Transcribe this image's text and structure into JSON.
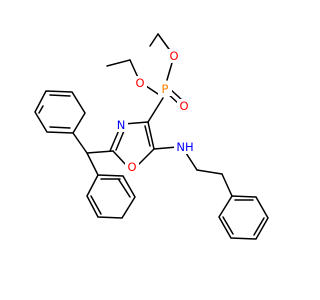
{
  "molecule": {
    "atom_labels": {
      "o_ether_upper_left": "O",
      "o_ether_upper_right": "O",
      "phosphorus": "P",
      "o_phosphoryl": "O",
      "n_ring": "N",
      "o_ring": "O",
      "nh_amine": "NH"
    },
    "colors": {
      "bond": "#000000",
      "oxygen": "#ff0000",
      "nitrogen": "#0000ff",
      "phosphorus": "#ff8000"
    }
  }
}
